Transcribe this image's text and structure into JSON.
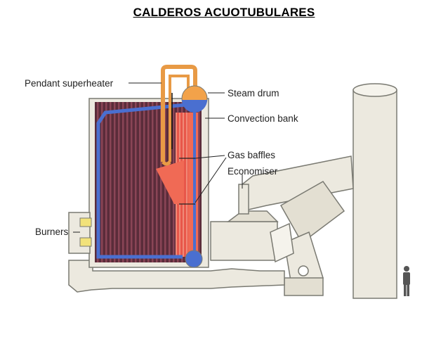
{
  "title": "CALDEROS ACUOTUBULARES",
  "labels": {
    "pendant_superheater": "Pendant superheater",
    "steam_drum": "Steam drum",
    "convection_bank": "Convection bank",
    "gas_baffles": "Gas baffles",
    "economiser": "Economiser",
    "burners": "Burners"
  },
  "colors": {
    "structure": "#ece9df",
    "outline": "#7a7a72",
    "tube_dark": "#5a2c3a",
    "hot_gas": "#f06a55",
    "water_pipe": "#4a6fd0",
    "superheater": "#e89a45",
    "burner": "#f2e27a"
  }
}
